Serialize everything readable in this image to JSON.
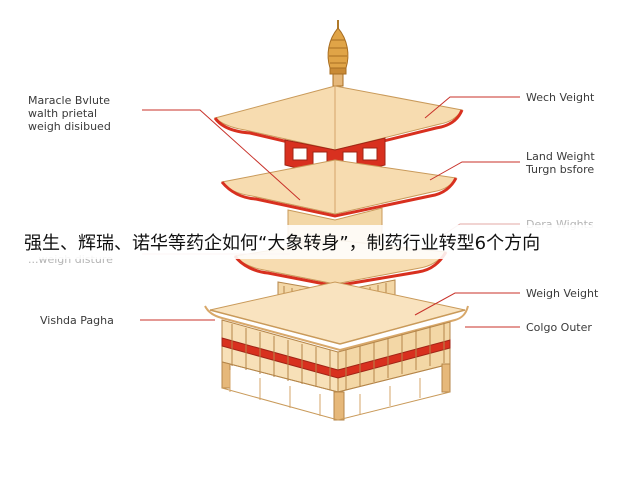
{
  "overlay": {
    "title": "强生、辉瑞、诺华等药企如何“大象转身”，制药行业转型6个方向"
  },
  "labels": {
    "left_top": [
      "Maracle Bvlute",
      "walth prietal",
      "weigh disibued"
    ],
    "left_mid": [
      "...weigh disture"
    ],
    "left_bottom": [
      "Vishda Pagha"
    ],
    "right_1": [
      "Wech Veight"
    ],
    "right_2": [
      "Land Weight",
      "Turgn bsfore"
    ],
    "right_3": [
      "Dera Wights"
    ],
    "right_4": [
      "Weigh Veight"
    ],
    "right_5": [
      "Colgo Outer"
    ]
  },
  "colors": {
    "roof": "#f7dcb0",
    "roof_edge": "#e6b87a",
    "wood": "#f3d7a6",
    "accent_red": "#d8301f",
    "leader_line": "#c8322a",
    "label_text": "#3a3a3a",
    "finial": "#d89a3a"
  }
}
